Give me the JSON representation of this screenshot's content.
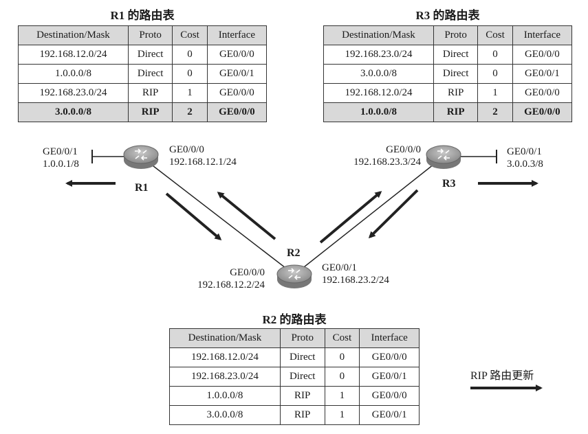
{
  "tables": {
    "r1": {
      "title": "R1 的路由表",
      "headers": [
        "Destination/Mask",
        "Proto",
        "Cost",
        "Interface"
      ],
      "rows": [
        [
          "192.168.12.0/24",
          "Direct",
          "0",
          "GE0/0/0"
        ],
        [
          "1.0.0.0/8",
          "Direct",
          "0",
          "GE0/0/1"
        ],
        [
          "192.168.23.0/24",
          "RIP",
          "1",
          "GE0/0/0"
        ],
        [
          "3.0.0.0/8",
          "RIP",
          "2",
          "GE0/0/0"
        ]
      ]
    },
    "r3": {
      "title": "R3 的路由表",
      "headers": [
        "Destination/Mask",
        "Proto",
        "Cost",
        "Interface"
      ],
      "rows": [
        [
          "192.168.23.0/24",
          "Direct",
          "0",
          "GE0/0/0"
        ],
        [
          "3.0.0.0/8",
          "Direct",
          "0",
          "GE0/0/1"
        ],
        [
          "192.168.12.0/24",
          "RIP",
          "1",
          "GE0/0/0"
        ],
        [
          "1.0.0.0/8",
          "RIP",
          "2",
          "GE0/0/0"
        ]
      ]
    },
    "r2": {
      "title": "R2 的路由表",
      "headers": [
        "Destination/Mask",
        "Proto",
        "Cost",
        "Interface"
      ],
      "rows": [
        [
          "192.168.12.0/24",
          "Direct",
          "0",
          "GE0/0/0"
        ],
        [
          "192.168.23.0/24",
          "Direct",
          "0",
          "GE0/0/1"
        ],
        [
          "1.0.0.0/8",
          "RIP",
          "1",
          "GE0/0/0"
        ],
        [
          "3.0.0.0/8",
          "RIP",
          "1",
          "GE0/0/1"
        ]
      ]
    }
  },
  "routers": {
    "r1": {
      "name": "R1",
      "if_left_name": "GE0/0/1",
      "if_left_ip": "1.0.0.1/8",
      "if_right_name": "GE0/0/0",
      "if_right_ip": "192.168.12.1/24"
    },
    "r3": {
      "name": "R3",
      "if_left_name": "GE0/0/0",
      "if_left_ip": "192.168.23.3/24",
      "if_right_name": "GE0/0/1",
      "if_right_ip": "3.0.0.3/8"
    },
    "r2": {
      "name": "R2",
      "if_left_name": "GE0/0/0",
      "if_left_ip": "192.168.12.2/24",
      "if_right_name": "GE0/0/1",
      "if_right_ip": "192.168.23.2/24"
    }
  },
  "legend": {
    "label": "RIP 路由更新"
  },
  "colors": {
    "router_body": "#8a8a8a",
    "router_top": "#b5b5b5",
    "table_header": "#d9d9d9",
    "arrow": "#222222"
  }
}
